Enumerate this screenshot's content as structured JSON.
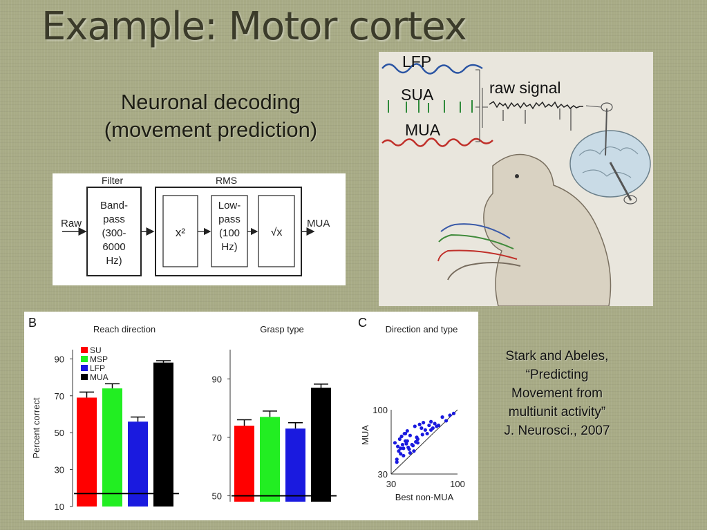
{
  "slide": {
    "title": "Example: Motor cortex",
    "subtitle": [
      "Neuronal decoding",
      "(movement prediction)"
    ],
    "citation": [
      "Stark and Abeles,",
      "“Predicting",
      "Movement from",
      "multiunit activity”",
      "J. Neurosci., 2007"
    ]
  },
  "block_diagram": {
    "input_label": "Raw",
    "filter_title": "Filter",
    "filter_text": [
      "Band-",
      "pass",
      "(300-",
      "6000",
      "Hz)"
    ],
    "rms_title": "RMS",
    "square_text": "x²",
    "lowpass_text": [
      "Low-",
      "pass",
      "(100",
      "Hz)"
    ],
    "sqrt_text": "√x",
    "output_label": "MUA"
  },
  "recording": {
    "labels": [
      "LFP",
      "SUA",
      "MUA"
    ],
    "raw_signal_label": "raw signal",
    "colors": {
      "lfp": "#2b55a3",
      "sua": "#2f8a3a",
      "mua": "#c0302a"
    }
  },
  "figure": {
    "panel_b_letter": "B",
    "panel_c_letter": "C",
    "colors": {
      "SU": "#ff0000",
      "MSP": "#22ee22",
      "LFP": "#1a1adf",
      "MUA": "#000000"
    }
  },
  "chart_data": [
    {
      "type": "bar",
      "title": "Reach direction",
      "ylabel": "Percent correct",
      "categories": [
        "SU",
        "MSP",
        "LFP",
        "MUA"
      ],
      "legend": [
        "SU",
        "MSP",
        "LFP",
        "MUA"
      ],
      "values": [
        69,
        74,
        56,
        88
      ],
      "errors": [
        3,
        2.5,
        2.5,
        1
      ],
      "chance_level": 17,
      "ylim": [
        10,
        95
      ],
      "yticks": [
        10,
        30,
        50,
        70,
        90
      ]
    },
    {
      "type": "bar",
      "title": "Grasp type",
      "categories": [
        "SU",
        "MSP",
        "LFP",
        "MUA"
      ],
      "values": [
        74,
        77,
        73,
        87
      ],
      "errors": [
        2,
        2,
        2,
        1.2
      ],
      "chance_level": 50,
      "ylim": [
        48,
        100
      ],
      "yticks": [
        50,
        70,
        90
      ]
    },
    {
      "type": "scatter",
      "title": "Direction and type",
      "xlabel": "Best non-MUA",
      "ylabel": "MUA",
      "xlim": [
        30,
        100
      ],
      "ylim": [
        30,
        100
      ],
      "xticks": [
        30,
        100
      ],
      "yticks": [
        30,
        100
      ],
      "diagonal": true,
      "x": [
        34,
        36,
        37,
        38,
        39,
        40,
        41,
        42,
        43,
        44,
        45,
        46,
        47,
        48,
        50,
        52,
        54,
        55,
        57,
        58,
        60,
        62,
        64,
        66,
        68,
        70,
        72,
        74,
        76,
        80,
        84,
        88,
        92,
        96,
        40,
        43,
        47,
        50,
        53,
        58,
        63,
        36,
        45,
        49,
        56,
        72,
        78
      ],
      "y": [
        64,
        46,
        60,
        55,
        68,
        52,
        71,
        62,
        58,
        74,
        66,
        63,
        77,
        59,
        72,
        62,
        55,
        82,
        70,
        64,
        84,
        80,
        86,
        78,
        74,
        83,
        87,
        80,
        85,
        83,
        92,
        88,
        94,
        96,
        58,
        50,
        66,
        53,
        61,
        68,
        73,
        43,
        74,
        57,
        65,
        78,
        82
      ]
    }
  ]
}
